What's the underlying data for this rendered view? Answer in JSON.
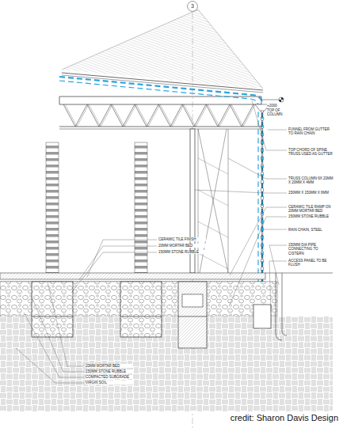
{
  "diagram": {
    "nodes": [
      {
        "text": [
          "3"
        ]
      }
    ],
    "labels": [
      "+2000",
      "TOP OF COLUMN",
      "FUNNEL FROM GUTTER TO RAIN CHAIN",
      "TOP CHORD OF SPINE TRUSS USED AS GUTTER",
      "TRUSS COLUMN 6X 20MM X 20MM X 4MM",
      "150MM X 150MM X 6MM",
      "CERAMIC TILE RAMP ON 20MM MORTAR BED",
      "150MM STONE RUBBLE",
      "RAIN CHAIN, STEEL",
      "150MM DIA PIPE CONNECTING TO CISTERN",
      "ACCESS PANEL TO BE FLUSH",
      "CERAMIC TILE FINISH",
      "20MM MORTAR BED",
      "150MM STONE RUBBLE",
      "20MM MORTAR BED",
      "150MM STONE RUBBLE",
      "COMPACTED SUBGRADE",
      "VIRGIN SOIL",
      "credit: Sharon Davis Design"
    ]
  }
}
